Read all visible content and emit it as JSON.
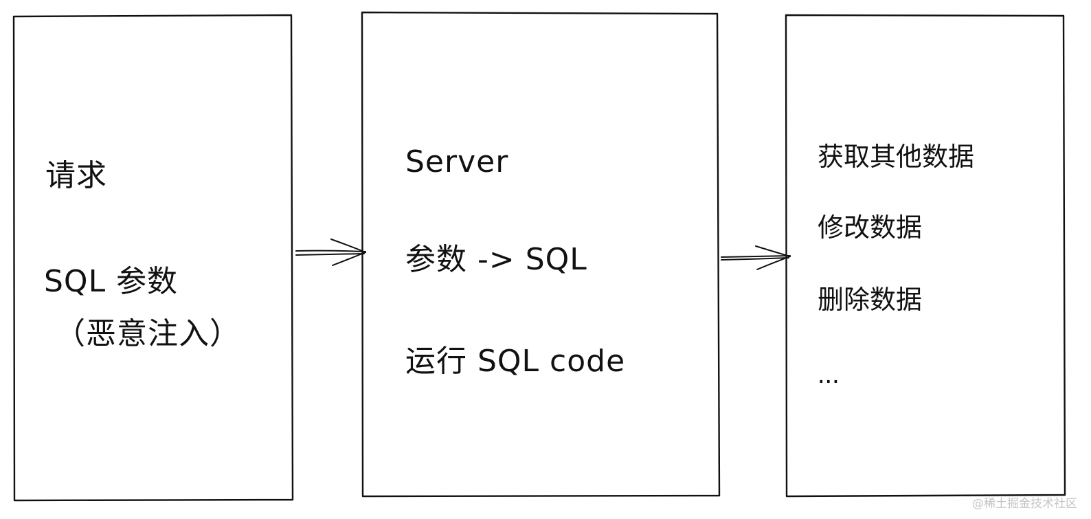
{
  "request_box": {
    "line1": "请求",
    "line2": "SQL 参数",
    "line3": "（恶意注入）"
  },
  "server_box": {
    "line1": "Server",
    "line2": "参数 -> SQL",
    "line3": "运行 SQL code"
  },
  "result_box": {
    "items": [
      "获取其他数据",
      "修改数据",
      "删除数据",
      "..."
    ]
  },
  "watermark": "@稀土掘金技术社区",
  "colors": {
    "stroke": "#111111",
    "background": "#ffffff",
    "watermark": "#c4c4c4"
  }
}
